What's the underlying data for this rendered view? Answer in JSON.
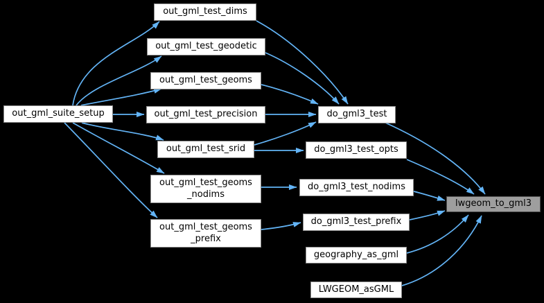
{
  "diagram": {
    "type": "call-graph",
    "background_color": "#000000",
    "edge_color": "#63b4f6",
    "node_fill_color": "#ffffff",
    "node_border_color": "#8c8c8c",
    "node_text_color": "#000000",
    "highlighted_node_fill_color": "#9e9e9e",
    "highlighted_node_border_color": "#4d4d4d"
  },
  "nodes": [
    {
      "id": "out_gml_suite_setup",
      "label": "out_gml_suite_setup",
      "highlighted": false
    },
    {
      "id": "out_gml_test_dims",
      "label": "out_gml_test_dims",
      "highlighted": false
    },
    {
      "id": "out_gml_test_geodetic",
      "label": "out_gml_test_geodetic",
      "highlighted": false
    },
    {
      "id": "out_gml_test_geoms",
      "label": "out_gml_test_geoms",
      "highlighted": false
    },
    {
      "id": "out_gml_test_precision",
      "label": "out_gml_test_precision",
      "highlighted": false
    },
    {
      "id": "out_gml_test_srid",
      "label": "out_gml_test_srid",
      "highlighted": false
    },
    {
      "id": "out_gml_test_geoms_nodims",
      "label": "out_gml_test_geoms_nodims",
      "label_line1": "out_gml_test_geoms",
      "label_line2": "_nodims",
      "highlighted": false
    },
    {
      "id": "out_gml_test_geoms_prefix",
      "label": "out_gml_test_geoms_prefix",
      "label_line1": "out_gml_test_geoms",
      "label_line2": "_prefix",
      "highlighted": false
    },
    {
      "id": "do_gml3_test",
      "label": "do_gml3_test",
      "highlighted": false
    },
    {
      "id": "do_gml3_test_opts",
      "label": "do_gml3_test_opts",
      "highlighted": false
    },
    {
      "id": "do_gml3_test_nodims",
      "label": "do_gml3_test_nodims",
      "highlighted": false
    },
    {
      "id": "do_gml3_test_prefix",
      "label": "do_gml3_test_prefix",
      "highlighted": false
    },
    {
      "id": "geography_as_gml",
      "label": "geography_as_gml",
      "highlighted": false
    },
    {
      "id": "LWGEOM_asGML",
      "label": "LWGEOM_asGML",
      "highlighted": false
    },
    {
      "id": "lwgeom_to_gml3",
      "label": "lwgeom_to_gml3",
      "highlighted": true
    }
  ],
  "edges": [
    {
      "from": "out_gml_suite_setup",
      "to": "out_gml_test_dims"
    },
    {
      "from": "out_gml_suite_setup",
      "to": "out_gml_test_geodetic"
    },
    {
      "from": "out_gml_suite_setup",
      "to": "out_gml_test_geoms"
    },
    {
      "from": "out_gml_suite_setup",
      "to": "out_gml_test_precision"
    },
    {
      "from": "out_gml_suite_setup",
      "to": "out_gml_test_srid"
    },
    {
      "from": "out_gml_suite_setup",
      "to": "out_gml_test_geoms_nodims"
    },
    {
      "from": "out_gml_suite_setup",
      "to": "out_gml_test_geoms_prefix"
    },
    {
      "from": "out_gml_test_dims",
      "to": "do_gml3_test"
    },
    {
      "from": "out_gml_test_geodetic",
      "to": "do_gml3_test"
    },
    {
      "from": "out_gml_test_geoms",
      "to": "do_gml3_test"
    },
    {
      "from": "out_gml_test_precision",
      "to": "do_gml3_test"
    },
    {
      "from": "out_gml_test_srid",
      "to": "do_gml3_test"
    },
    {
      "from": "out_gml_test_srid",
      "to": "do_gml3_test_opts"
    },
    {
      "from": "out_gml_test_geoms_nodims",
      "to": "do_gml3_test_nodims"
    },
    {
      "from": "out_gml_test_geoms_prefix",
      "to": "do_gml3_test_prefix"
    },
    {
      "from": "do_gml3_test",
      "to": "lwgeom_to_gml3"
    },
    {
      "from": "do_gml3_test_opts",
      "to": "lwgeom_to_gml3"
    },
    {
      "from": "do_gml3_test_nodims",
      "to": "lwgeom_to_gml3"
    },
    {
      "from": "do_gml3_test_prefix",
      "to": "lwgeom_to_gml3"
    },
    {
      "from": "geography_as_gml",
      "to": "lwgeom_to_gml3"
    },
    {
      "from": "LWGEOM_asGML",
      "to": "lwgeom_to_gml3"
    }
  ]
}
